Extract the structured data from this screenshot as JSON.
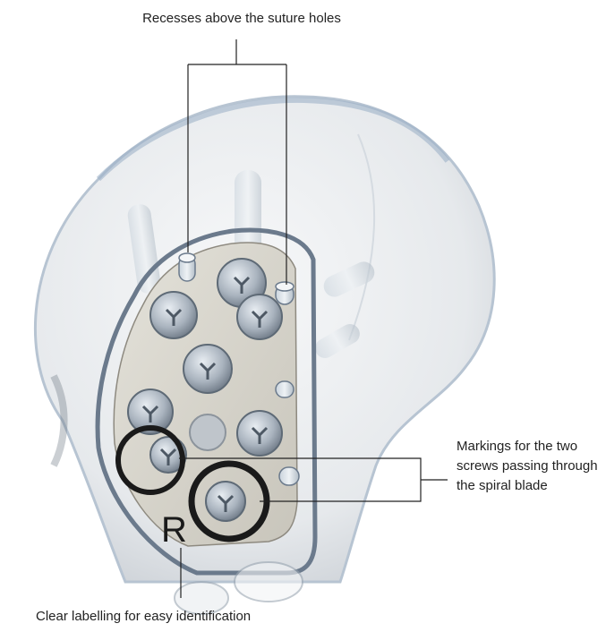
{
  "callouts": {
    "top": "Recesses above the suture holes",
    "right": "Markings for the two screws passing through the spiral blade",
    "bottom": "Clear labelling for easy identification"
  },
  "plate": {
    "side_marking": "R"
  },
  "colors": {
    "bone": "#e9ecef",
    "plate": "#d6d4cc",
    "plate_edge": "#6b7a8c",
    "screw": "#b9c2cc",
    "marking_ring": "#1a1a1a",
    "leader_line": "#222222"
  }
}
